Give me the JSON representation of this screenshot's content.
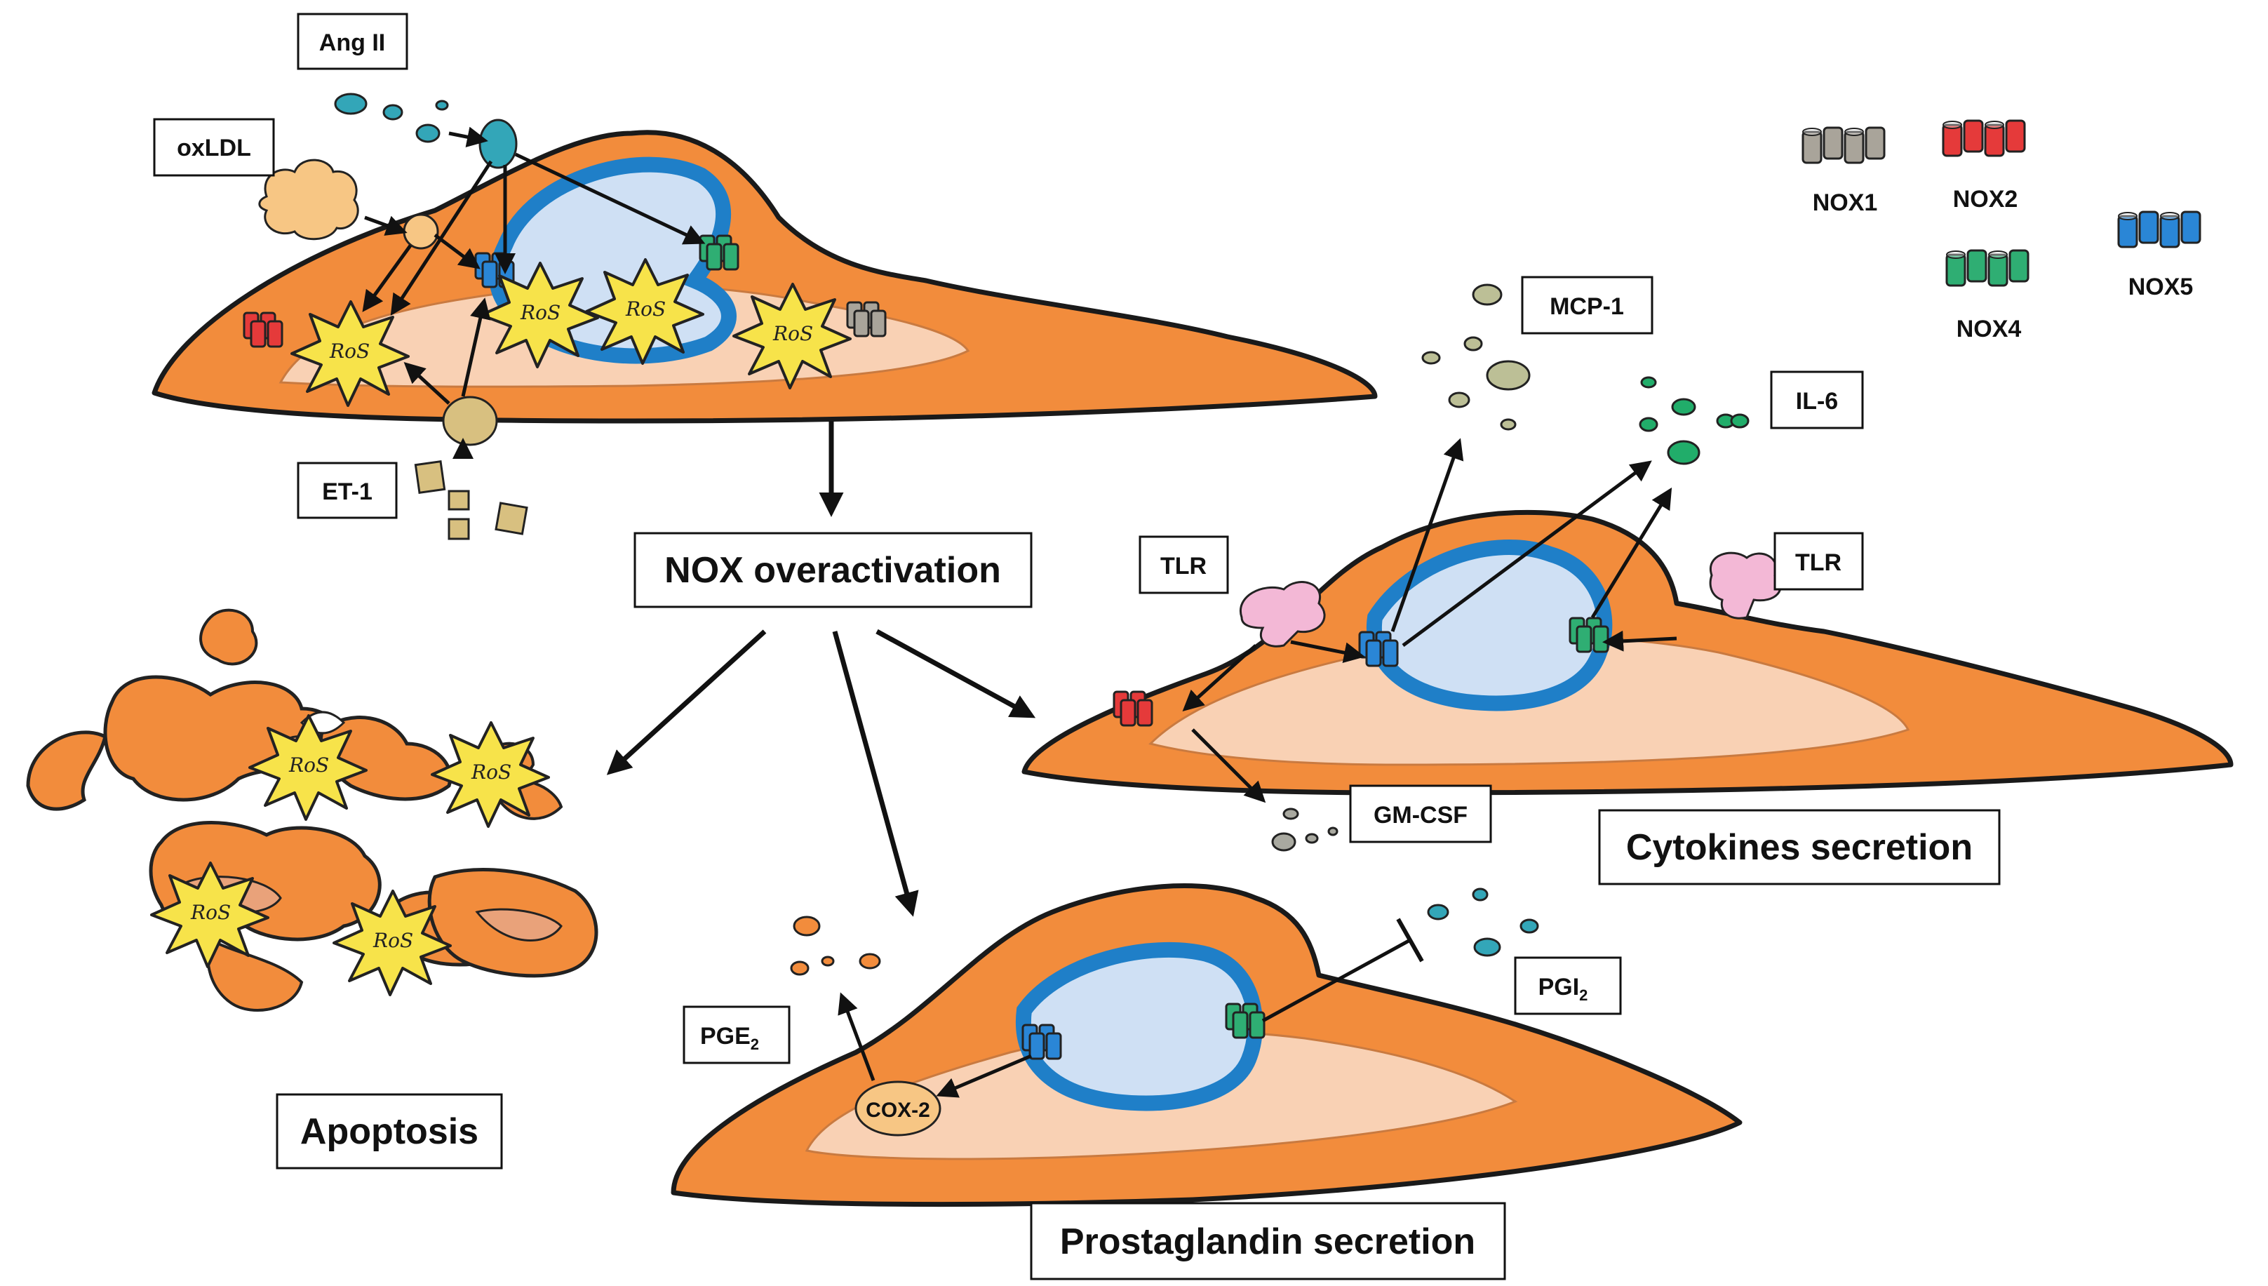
{
  "labels": {
    "ang_ii": "Ang II",
    "oxldl": "oxLDL",
    "et1": "ET-1",
    "nox_overactivation": "NOX overactivation",
    "apoptosis": "Apoptosis",
    "prostaglandin_secretion": "Prostaglandin secretion",
    "cytokines_secretion": "Cytokines secretion",
    "mcp1": "MCP-1",
    "il6": "IL-6",
    "tlr_left": "TLR",
    "tlr_right": "TLR",
    "gmcsf": "GM-CSF",
    "pge2_base": "PGE",
    "pge2_sub": "2",
    "pgi2_base": "PGI",
    "pgi2_sub": "2",
    "cox2": "COX-2",
    "ros": "RoS"
  },
  "legend": [
    {
      "label": "NOX1",
      "color": "#a9a49a"
    },
    {
      "label": "NOX2",
      "color": "#e53a3a"
    },
    {
      "label": "NOX4",
      "color": "#2fae73"
    },
    {
      "label": "NOX5",
      "color": "#2a86d6"
    }
  ],
  "colors": {
    "cell": "#f28c3c",
    "cytoplasm": "#f9d1b4",
    "nucleus_fill": "#cfe0f4",
    "nucleus_ring": "#1f7fc8",
    "ros_burst": "#f7e34a",
    "ang_ii": "#33a6b8",
    "oxldl": "#f7c684",
    "et1": "#d8c080",
    "mcp1": "#bcbf96",
    "il6": "#21ad6a",
    "tlr": "#f3b8d6",
    "gmcsf": "#a9a9a0"
  }
}
